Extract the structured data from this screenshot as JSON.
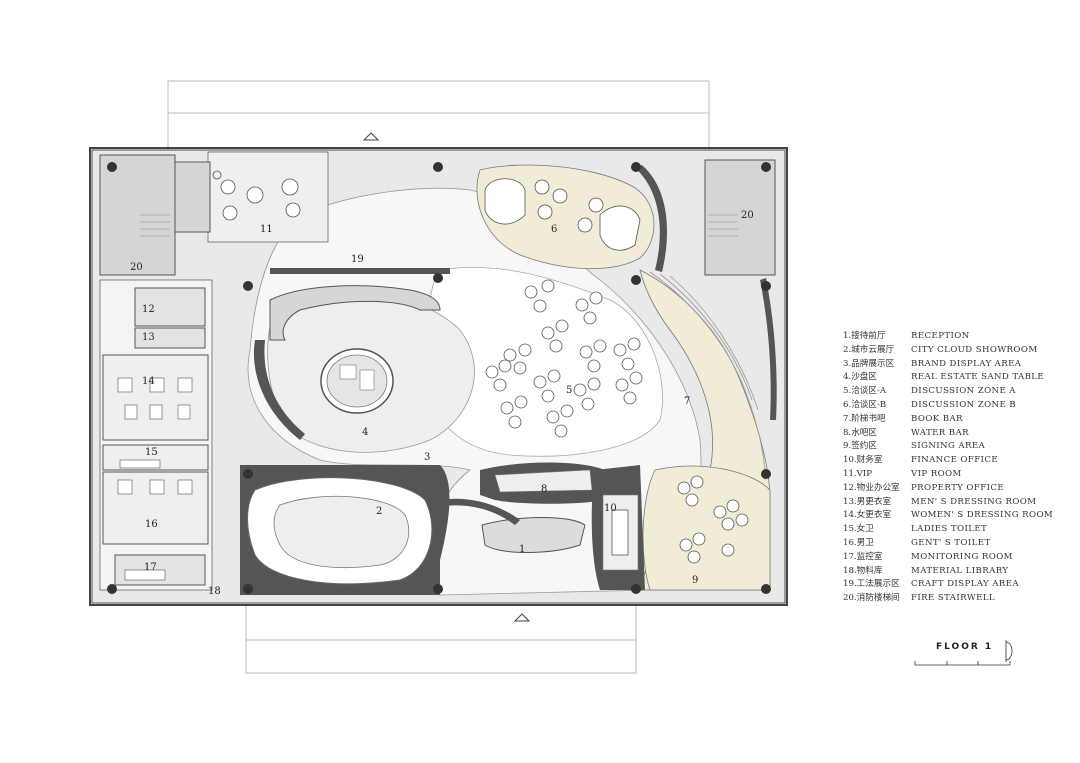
{
  "legend": {
    "items": [
      {
        "zh": "1.接待前厅",
        "en": "RECEPTION"
      },
      {
        "zh": "2.城市云展厅",
        "en": "CITY CLOUD SHOWROOM"
      },
      {
        "zh": "3.品牌展示区",
        "en": "BRAND DISPLAY AREA"
      },
      {
        "zh": "4.沙盘区",
        "en": "REAL ESTATE SAND TABLE"
      },
      {
        "zh": "5.洽谈区-A",
        "en": "DISCUSSION ZONE A"
      },
      {
        "zh": "6.洽谈区-B",
        "en": "DISCUSSION ZONE B"
      },
      {
        "zh": "7.阶梯书吧",
        "en": "BOOK BAR"
      },
      {
        "zh": "8.水吧区",
        "en": "WATER BAR"
      },
      {
        "zh": "9.签约区",
        "en": "SIGNING AREA"
      },
      {
        "zh": "10.财务室",
        "en": "FINANCE OFFICE"
      },
      {
        "zh": "11.VIP",
        "en": "VIP ROOM"
      },
      {
        "zh": "12.物业办公室",
        "en": "PROPERTY OFFICE"
      },
      {
        "zh": "13.男更衣室",
        "en": "MEN' S DRESSING ROOM"
      },
      {
        "zh": "14.女更衣室",
        "en": "WOMEN' S DRESSING ROOM"
      },
      {
        "zh": "15.女卫",
        "en": "LADIES TOILET"
      },
      {
        "zh": "16.男卫",
        "en": "GENT' S TOILET"
      },
      {
        "zh": "17.监控室",
        "en": "MONITORING ROOM"
      },
      {
        "zh": "18.物料库",
        "en": "MATERIAL LIBRARY"
      },
      {
        "zh": "19.工法展示区",
        "en": "CRAFT DISPLAY AREA"
      },
      {
        "zh": "20.消防楼梯间",
        "en": "FIRE STAIRWELL"
      }
    ]
  },
  "floor_label": "FLOOR 1",
  "room_numbers": [
    "1",
    "2",
    "3",
    "4",
    "5",
    "6",
    "7",
    "8",
    "9",
    "10",
    "11",
    "12",
    "13",
    "14",
    "15",
    "16",
    "17",
    "18",
    "19",
    "20",
    "20"
  ],
  "colors": {
    "wall": "#555555",
    "floor_light": "#eeeeee",
    "floor_mid": "#d9d9d9",
    "accent_cream": "#f1ecd6",
    "line": "#888888"
  }
}
